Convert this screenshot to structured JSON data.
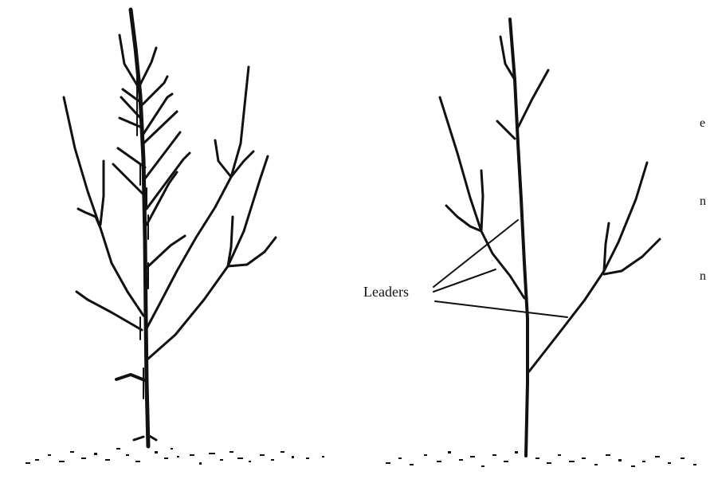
{
  "left_fragments": [
    "e",
    "n",
    "n"
  ],
  "label": "Leaders",
  "figure": {
    "left_tree": "tree-before-pruning",
    "right_tree": "tree-after-pruning"
  }
}
